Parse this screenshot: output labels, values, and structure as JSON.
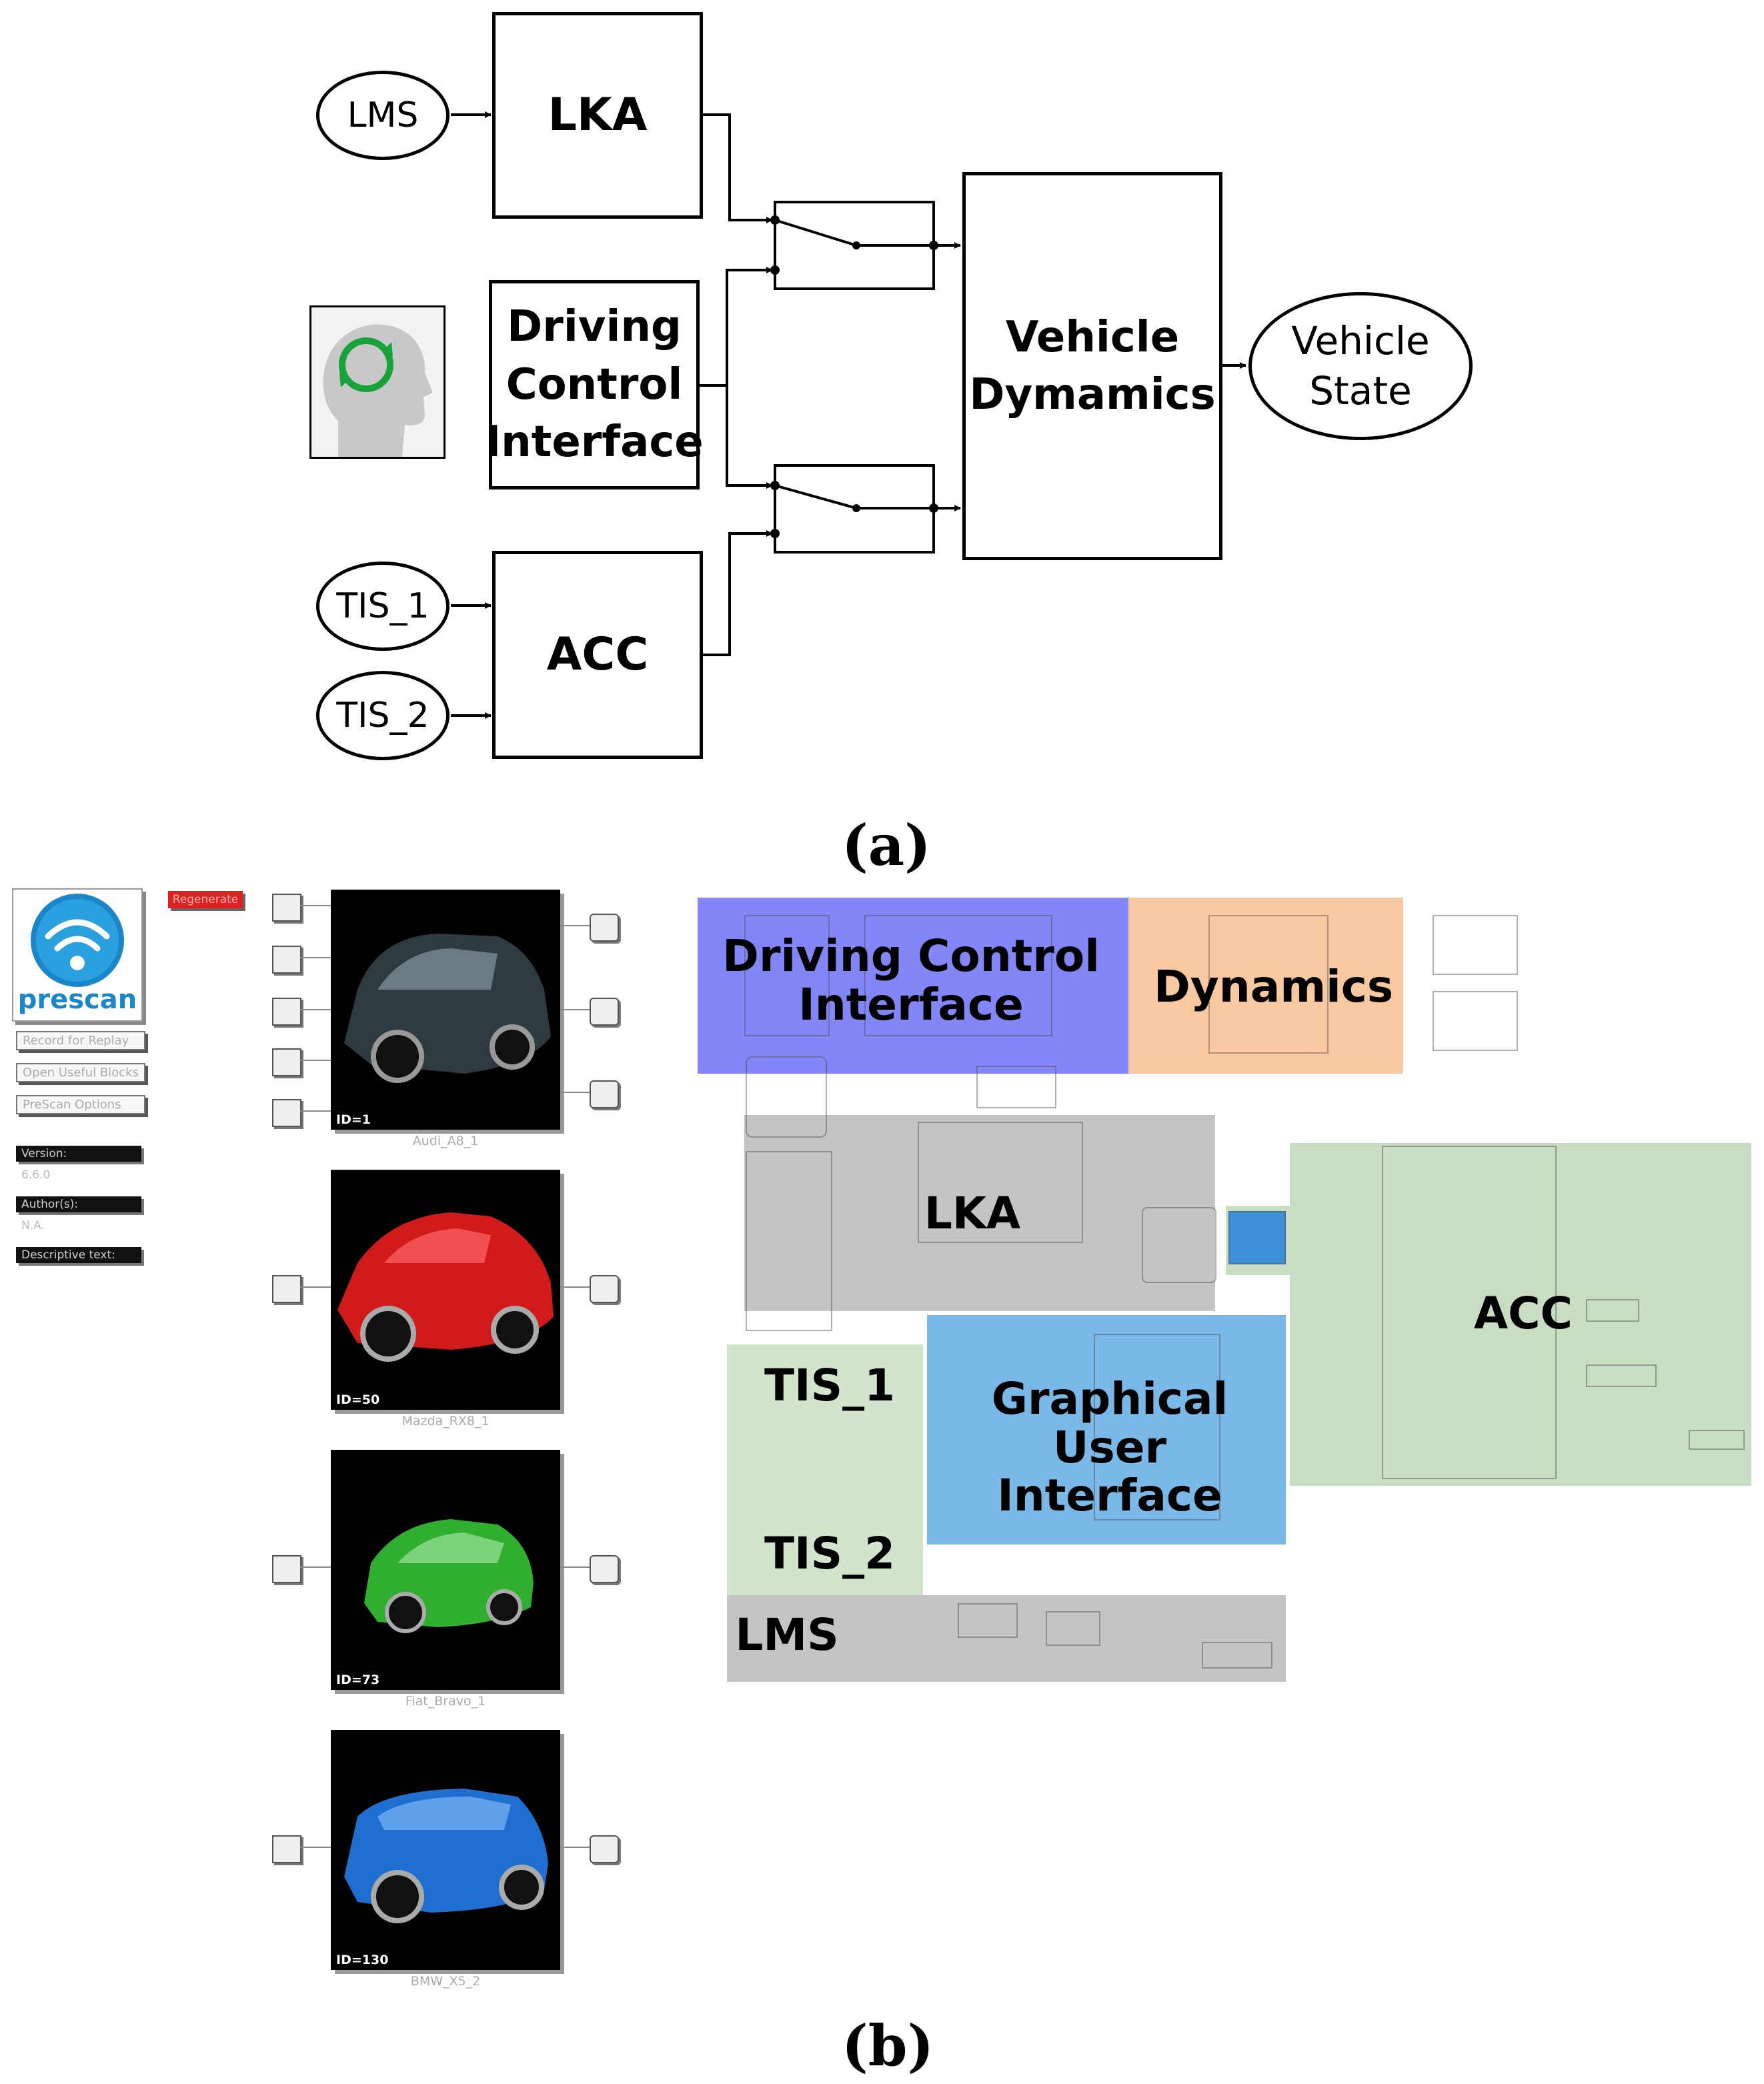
{
  "diagram_a": {
    "lms": "LMS",
    "lka": "LKA",
    "dci": "Driving Control Interface",
    "dci_lines": [
      "Driving",
      "Control",
      "Interface"
    ],
    "tis1": "TIS_1",
    "tis2": "TIS_2",
    "acc": "ACC",
    "vehicle_dynamics_lines": [
      "Vehicle",
      "Dymamics"
    ],
    "vehicle_state_lines": [
      "Vehicle",
      "State"
    ],
    "head_icon": "head-with-cycle-icon"
  },
  "captions": {
    "a": "(a)",
    "b": "(b)"
  },
  "prescan_panel": {
    "logo_text": "prescan",
    "regenerate": "Regenerate",
    "buttons": [
      "Record for Replay",
      "Open Useful Blocks",
      "PreScan Options"
    ],
    "version_label": "Version:",
    "version_value": "6.6.0",
    "authors_label": "Author(s):",
    "authors_value": "N.A.",
    "description_label": "Descriptive text:"
  },
  "cars": [
    {
      "id": "ID=1",
      "name": "Audi_A8_1",
      "color": "#2e3a40"
    },
    {
      "id": "ID=50",
      "name": "Mazda_RX8_1",
      "color": "#d11a1a"
    },
    {
      "id": "ID=73",
      "name": "Fiat_Bravo_1",
      "color": "#2fae2f"
    },
    {
      "id": "ID=130",
      "name": "BMW_X5_2",
      "color": "#1f6fd1"
    }
  ],
  "regions": {
    "dci": {
      "label_lines": [
        "Driving Control",
        "Interface"
      ],
      "color": "#7b80f5"
    },
    "dynamics": {
      "label": "Dynamics",
      "color": "#f8c9a0"
    },
    "lka": {
      "label": "LKA",
      "color": "#c4c4c4"
    },
    "acc": {
      "label": "ACC",
      "color": "#c9ddc2"
    },
    "tis1": {
      "label": "TIS_1",
      "color": "#d3e4cd"
    },
    "tis2": {
      "label": "TIS_2",
      "color": "#d3e4cd"
    },
    "gui": {
      "label_lines": [
        "Graphical",
        "User Interface"
      ],
      "color": "#7ab8e8"
    },
    "lms": {
      "label": "LMS",
      "color": "#c4c4c4"
    }
  }
}
